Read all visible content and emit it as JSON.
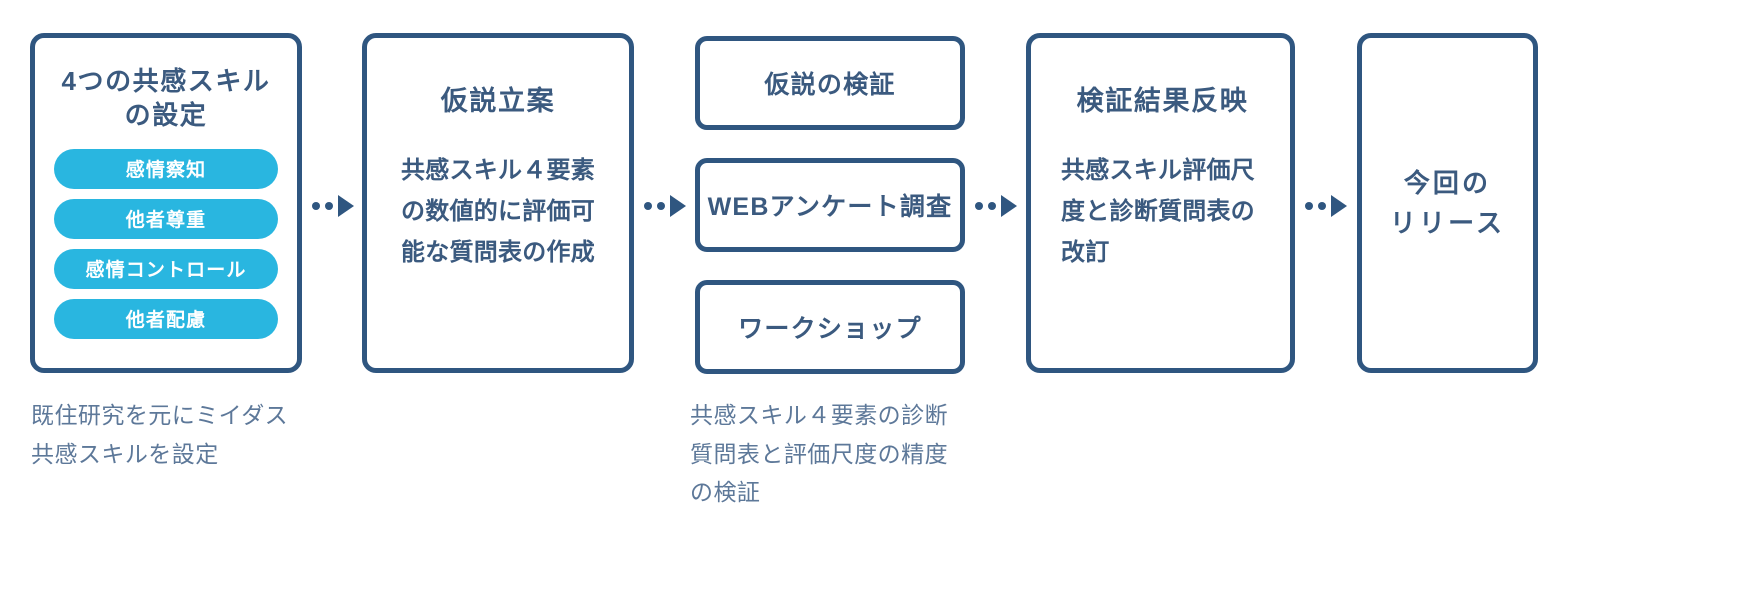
{
  "theme": {
    "border_color": "#2f5680",
    "text_color": "#3b5a7f",
    "pill_color": "#29b6e0",
    "pill_text_color": "#ffffff",
    "caption_color": "#5d7899",
    "background": "#ffffff"
  },
  "boxes": {
    "skills": {
      "title": "4つの共感スキル\nの設定",
      "pills": [
        {
          "label": "感情察知"
        },
        {
          "label": "他者尊重"
        },
        {
          "label": "感情コントロール"
        },
        {
          "label": "他者配慮"
        }
      ]
    },
    "hypothesis": {
      "title": "仮説立案",
      "body": "共感スキル４要素\nの数値的に評価可\n能な質問表の作成"
    },
    "verification": {
      "items": [
        {
          "label": "仮説の検証"
        },
        {
          "label": "WEBアンケート調査"
        },
        {
          "label": "ワークショップ"
        }
      ]
    },
    "reflect": {
      "title": "検証結果反映",
      "body": "共感スキル評価尺\n度と診断質問表の\n改訂"
    },
    "release": {
      "title": "今回の\nリリース"
    }
  },
  "captions": {
    "skills": "既住研究を元にミイダス\n共感スキルを設定",
    "verification": "共感スキル４要素の診断\n質問表と評価尺度の精度\nの検証"
  },
  "connectors": {
    "arrow_icon": "dotted-arrow-right",
    "count": 4
  }
}
